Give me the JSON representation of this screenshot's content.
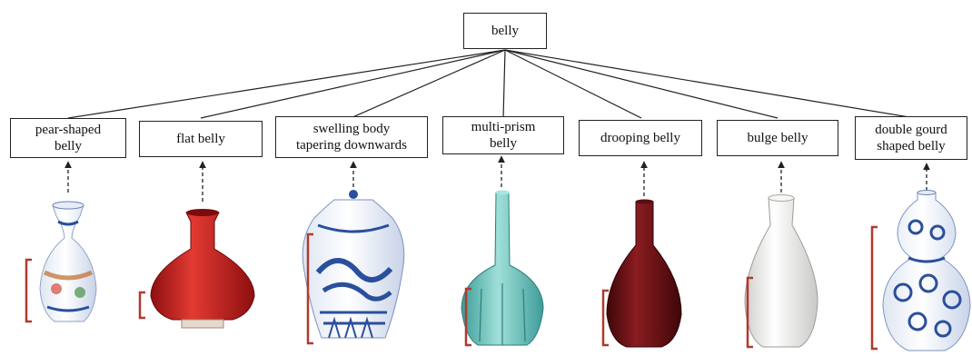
{
  "root": {
    "label": "belly"
  },
  "categories": [
    {
      "label": "pear-shaped\nbelly"
    },
    {
      "label": "flat belly"
    },
    {
      "label": "swelling body\ntapering downwards"
    },
    {
      "label": "multi-prism\nbelly"
    },
    {
      "label": "drooping belly"
    },
    {
      "label": "bulge belly"
    },
    {
      "label": "double gourd\nshaped belly"
    }
  ],
  "colors": {
    "line": "#222222",
    "bracket": "#b03a2e",
    "blue_white": "#2a4f9c",
    "copper_red": "#c81e1e",
    "celadon": "#6cc3bd",
    "oxblood": "#6e1418",
    "white_glaze": "#f1f1ee"
  }
}
